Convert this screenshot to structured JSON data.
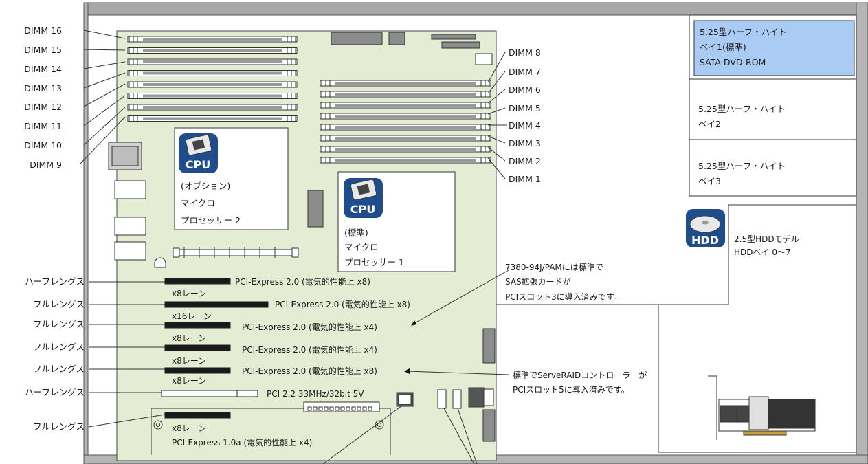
{
  "dimm_left": [
    "DIMM 16",
    "DIMM 15",
    "DIMM 14",
    "DIMM 13",
    "DIMM 12",
    "DIMM 11",
    "DIMM 10",
    "DIMM 9"
  ],
  "dimm_right": [
    "DIMM 8",
    "DIMM 7",
    "DIMM 6",
    "DIMM 5",
    "DIMM 4",
    "DIMM 3",
    "DIMM 2",
    "DIMM 1"
  ],
  "cpu_icon_text": "CPU",
  "hdd_icon_text": "HDD",
  "cpu_optional": [
    "(オプション)",
    "マイクロ",
    "プロセッサー 2"
  ],
  "cpu_standard": [
    "(標準)",
    "マイクロ",
    "プロセッサー 1"
  ],
  "bays": [
    [
      "5.25型ハーフ・ハイト",
      "ベイ1(標準)",
      "SATA DVD-ROM"
    ],
    [
      "5.25型ハーフ・ハイト",
      "ベイ2"
    ],
    [
      "5.25型ハーフ・ハイト",
      "ベイ3"
    ]
  ],
  "hdd_bay": [
    "2.5型HDDモデル",
    "HDDベイ 0〜7"
  ],
  "slots": [
    {
      "length": "ハーフレングス",
      "spec": "PCI-Express 2.0 (電気的性能上 x8)",
      "lanes": "x8レーン"
    },
    {
      "length": "フルレングス",
      "spec": "PCI-Express 2.0 (電気的性能上 x8)",
      "lanes": "x16レーン"
    },
    {
      "length": "フルレングス",
      "spec": "PCI-Express 2.0 (電気的性能上 x4)",
      "lanes": "x8レーン"
    },
    {
      "length": "フルレングス",
      "spec": "PCI-Express 2.0 (電気的性能上 x4)",
      "lanes": "x8レーン"
    },
    {
      "length": "フルレングス",
      "spec": "PCI-Express 2.0 (電気的性能上 x8)",
      "lanes": "x8レーン"
    },
    {
      "length": "ハーフレングス",
      "spec": "PCI 2.2 33MHz/32bit 5V",
      "lanes": ""
    },
    {
      "length": "フルレングス",
      "spec": "PCI-Express 1.0a (電気的性能上 x4)",
      "lanes": "x8レーン"
    }
  ],
  "note_sas": [
    "7380-94J/PAMには標準で",
    "SAS拡張カードが",
    "PCIスロット3に導入済みです。"
  ],
  "note_raid": [
    "標準でServeRAIDコントローラーが",
    "PCIスロット5に導入済みです。"
  ],
  "colors": {
    "board": "#e4ecd4",
    "bay_highlight": "#a9cbf4",
    "frame": "#a8a8a8",
    "icon_blue": "#1f4d8c"
  }
}
